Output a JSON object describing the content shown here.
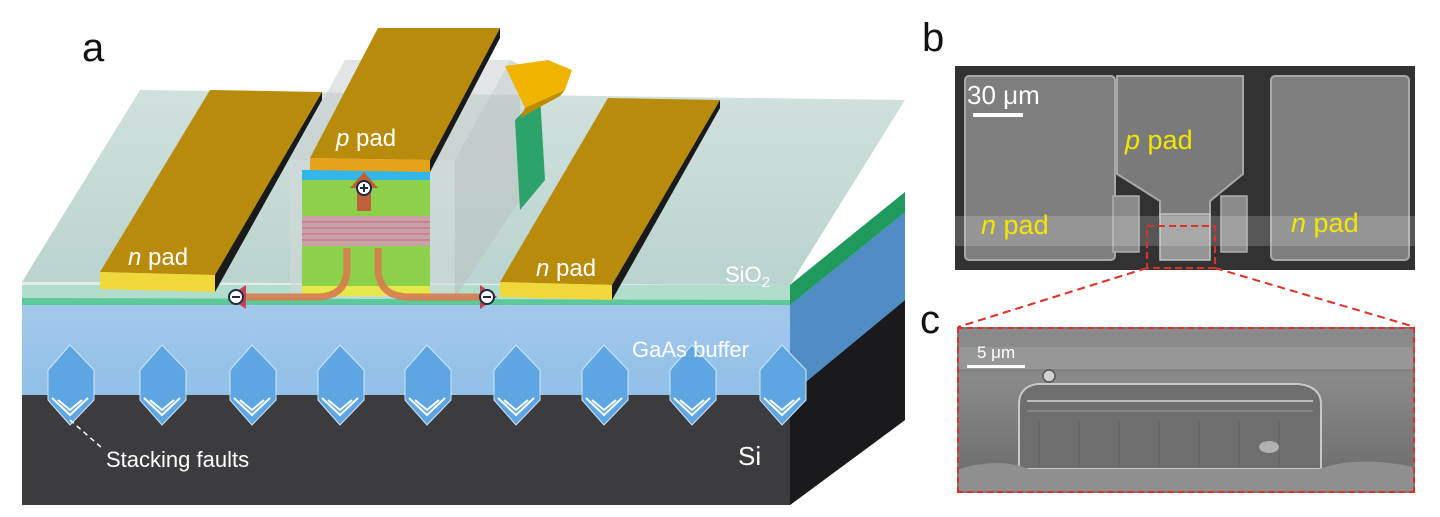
{
  "panels": {
    "a": "a",
    "b": "b",
    "c": "c"
  },
  "schematic": {
    "p_pad": {
      "italic": "p",
      "rest": " pad"
    },
    "n_pad_left": {
      "italic": "n",
      "rest": " pad"
    },
    "n_pad_right": {
      "italic": "n",
      "rest": " pad"
    },
    "sio2": {
      "base": "SiO",
      "sub": "2"
    },
    "gaas_buffer": "GaAs buffer",
    "stacking_faults": "Stacking faults",
    "si": "Si"
  },
  "sem_b": {
    "scale": "30 μm",
    "p_pad": {
      "italic": "p",
      "rest": " pad"
    },
    "n_pad_left": {
      "italic": "n",
      "rest": " pad"
    },
    "n_pad_right": {
      "italic": "n",
      "rest": " pad"
    }
  },
  "sem_c": {
    "scale": "5 μm"
  },
  "colors": {
    "gold": "#b88c0a",
    "glass": "#9fc4c0",
    "gaas": "#6aaee0",
    "si": "#2c2c2e",
    "yellow_label": "#f2e600",
    "zoom_box": "#e0302a"
  }
}
